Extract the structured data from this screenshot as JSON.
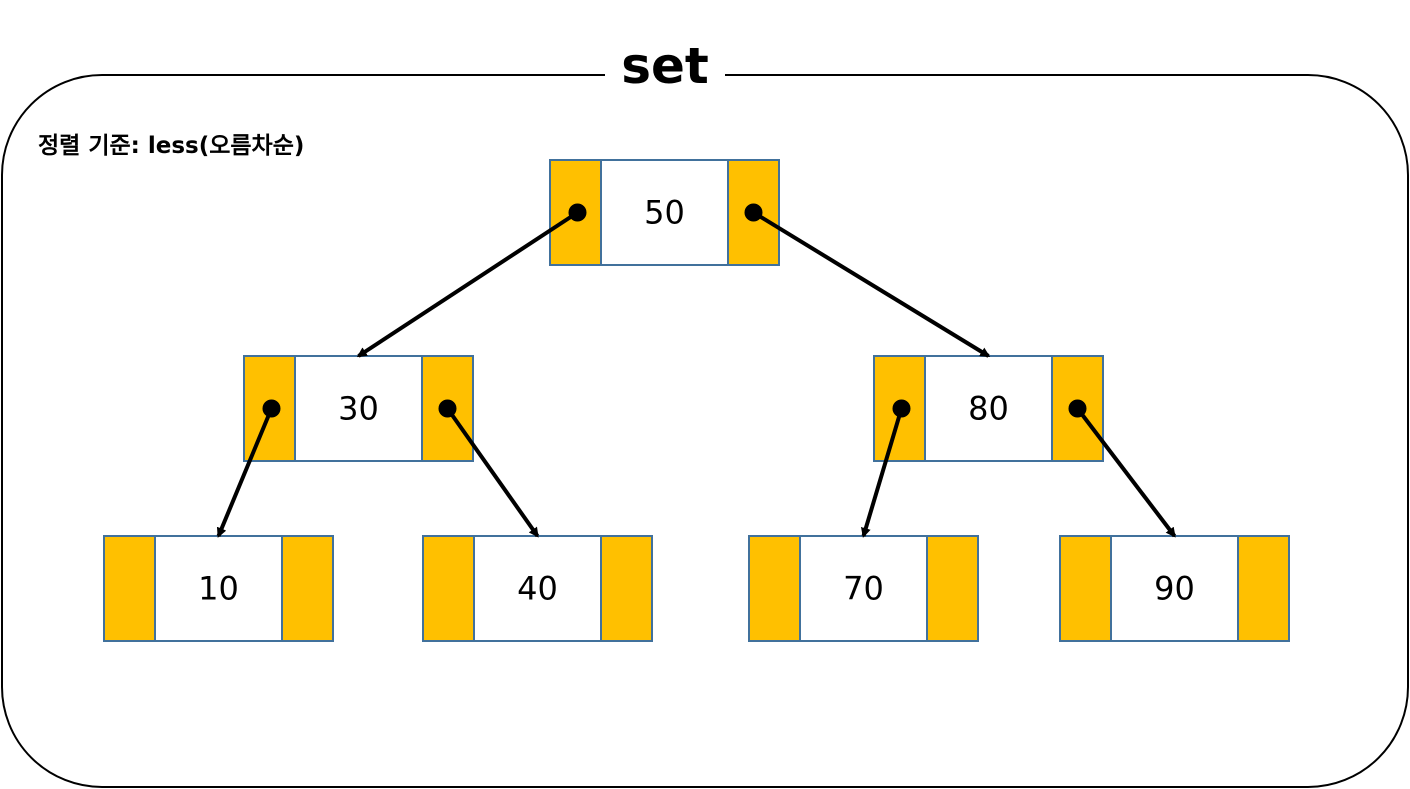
{
  "title": "set",
  "subtitle": "정렬 기준: less(오름차순)",
  "colors": {
    "frame": "#000000",
    "pointer_cell": "#FFC000",
    "value_cell": "#FFFFFF",
    "cell_border": "#41719C",
    "arrow": "#000000"
  },
  "nodes": [
    {
      "id": "n50",
      "value": "50"
    },
    {
      "id": "n30",
      "value": "30"
    },
    {
      "id": "n80",
      "value": "80"
    },
    {
      "id": "n10",
      "value": "10"
    },
    {
      "id": "n40",
      "value": "40"
    },
    {
      "id": "n70",
      "value": "70"
    },
    {
      "id": "n90",
      "value": "90"
    }
  ],
  "edges": [
    {
      "from": "n50",
      "side": "left",
      "to": "n30"
    },
    {
      "from": "n50",
      "side": "right",
      "to": "n80"
    },
    {
      "from": "n30",
      "side": "left",
      "to": "n10"
    },
    {
      "from": "n30",
      "side": "right",
      "to": "n40"
    },
    {
      "from": "n80",
      "side": "left",
      "to": "n70"
    },
    {
      "from": "n80",
      "side": "right",
      "to": "n90"
    }
  ]
}
